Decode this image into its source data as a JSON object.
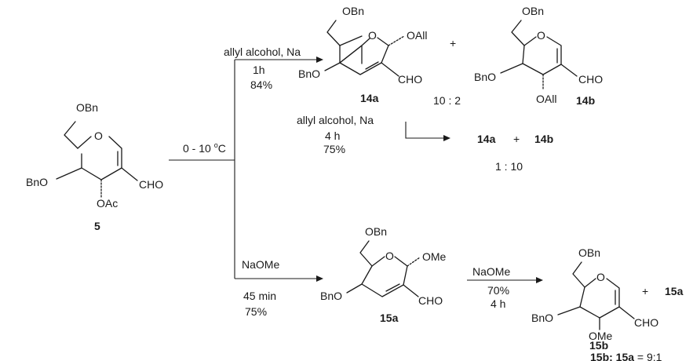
{
  "start": {
    "id": "5",
    "groups": {
      "obn": "OBn",
      "ring_o": "O",
      "bno": "BnO",
      "oac": "OAc",
      "cho": "CHO"
    }
  },
  "main_condition": {
    "temp_prefix": "0 - 10 ",
    "temp_sup": "o",
    "temp_unit": "C"
  },
  "upper": {
    "reagent1": "allyl alcohol, Na",
    "time1": "1h",
    "yield1": "84%",
    "p14a": {
      "id": "14a",
      "obn": "OBn",
      "ring_o": "O",
      "oall": "OAll",
      "bno": "BnO",
      "cho": "CHO"
    },
    "plus1": "+",
    "p14b": {
      "id": "14b",
      "obn": "OBn",
      "ring_o": "O",
      "bno": "BnO",
      "oall": "OAll",
      "cho": "CHO"
    },
    "ratio1": "10 : 2",
    "reagent2": "allyl alcohol, Na",
    "time2": "4 h",
    "yield2": "75%",
    "prod2_a": "14a",
    "plus2": "+",
    "prod2_b": "14b",
    "ratio2": "1 : 10"
  },
  "lower": {
    "reagent1": "NaOMe",
    "time1": "45 min",
    "yield1": "75%",
    "p15a": {
      "id": "15a",
      "obn": "OBn",
      "ring_o": "O",
      "ome": "OMe",
      "bno": "BnO",
      "cho": "CHO"
    },
    "reagent2": "NaOMe",
    "yield2": "70%",
    "time2": "4 h",
    "p15b": {
      "id": "15b",
      "obn": "OBn",
      "ring_o": "O",
      "bno": "BnO",
      "ome": "OMe",
      "cho": "CHO"
    },
    "plus": "+",
    "side": "15a",
    "ratio_label": "15b: 15a",
    "ratio_value": " = 9:1"
  }
}
